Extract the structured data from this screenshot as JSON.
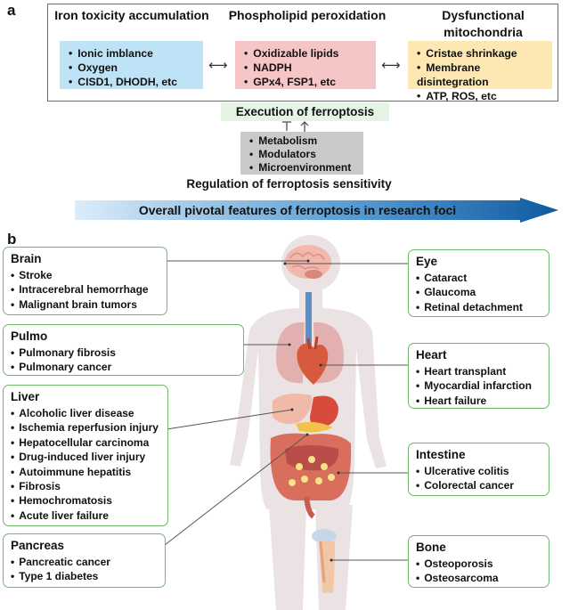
{
  "panel_a": {
    "label": "a",
    "columns": [
      {
        "title": "Iron toxicity accumulation",
        "items": [
          "Ionic imblance",
          "Oxygen",
          "CISD1, DHODH, etc"
        ],
        "color": "#bfe3f6"
      },
      {
        "title": "Phospholipid peroxidation",
        "items": [
          "Oxidizable lipids",
          "NADPH",
          "GPx4, FSP1, etc"
        ],
        "color": "#f6c6c6"
      },
      {
        "title": "Dysfunctional mitochondria",
        "items": [
          "Cristae shrinkage",
          "Membrane disintegration",
          "ATP, ROS, etc"
        ],
        "color": "#fde7b3"
      }
    ],
    "execution_label": "Execution of ferroptosis",
    "regulation_items": [
      "Metabolism",
      "Modulators",
      "Microenvironment"
    ],
    "regulation_title": "Regulation of ferroptosis sensitivity",
    "banner_text": "Overall pivotal features of ferroptosis in research foci"
  },
  "panel_b": {
    "label": "b",
    "organs": [
      {
        "title": "Brain",
        "items": [
          "Stroke",
          "Intracerebral hemorrhage",
          "Malignant brain tumors"
        ]
      },
      {
        "title": "Pulmo",
        "items": [
          "Pulmonary fibrosis",
          "Pulmonary cancer"
        ]
      },
      {
        "title": "Liver",
        "items": [
          "Alcoholic liver disease",
          "Ischemia reperfusion injury",
          "Hepatocellular carcinoma",
          "Drug-induced liver injury",
          "Autoimmune hepatitis",
          "Fibrosis",
          "Hemochromatosis",
          "Acute liver failure"
        ]
      },
      {
        "title": "Pancreas",
        "items": [
          "Pancreatic cancer",
          "Type 1 diabetes"
        ]
      },
      {
        "title": "Eye",
        "items": [
          "Cataract",
          "Glaucoma",
          "Retinal detachment"
        ]
      },
      {
        "title": "Heart",
        "items": [
          "Heart transplant",
          "Myocardial infarction",
          "Heart failure"
        ]
      },
      {
        "title": "Intestine",
        "items": [
          "Ulcerative colitis",
          "Colorectal cancer"
        ]
      },
      {
        "title": "Bone",
        "items": [
          "Osteoporosis",
          "Osteosarcoma"
        ]
      }
    ]
  }
}
